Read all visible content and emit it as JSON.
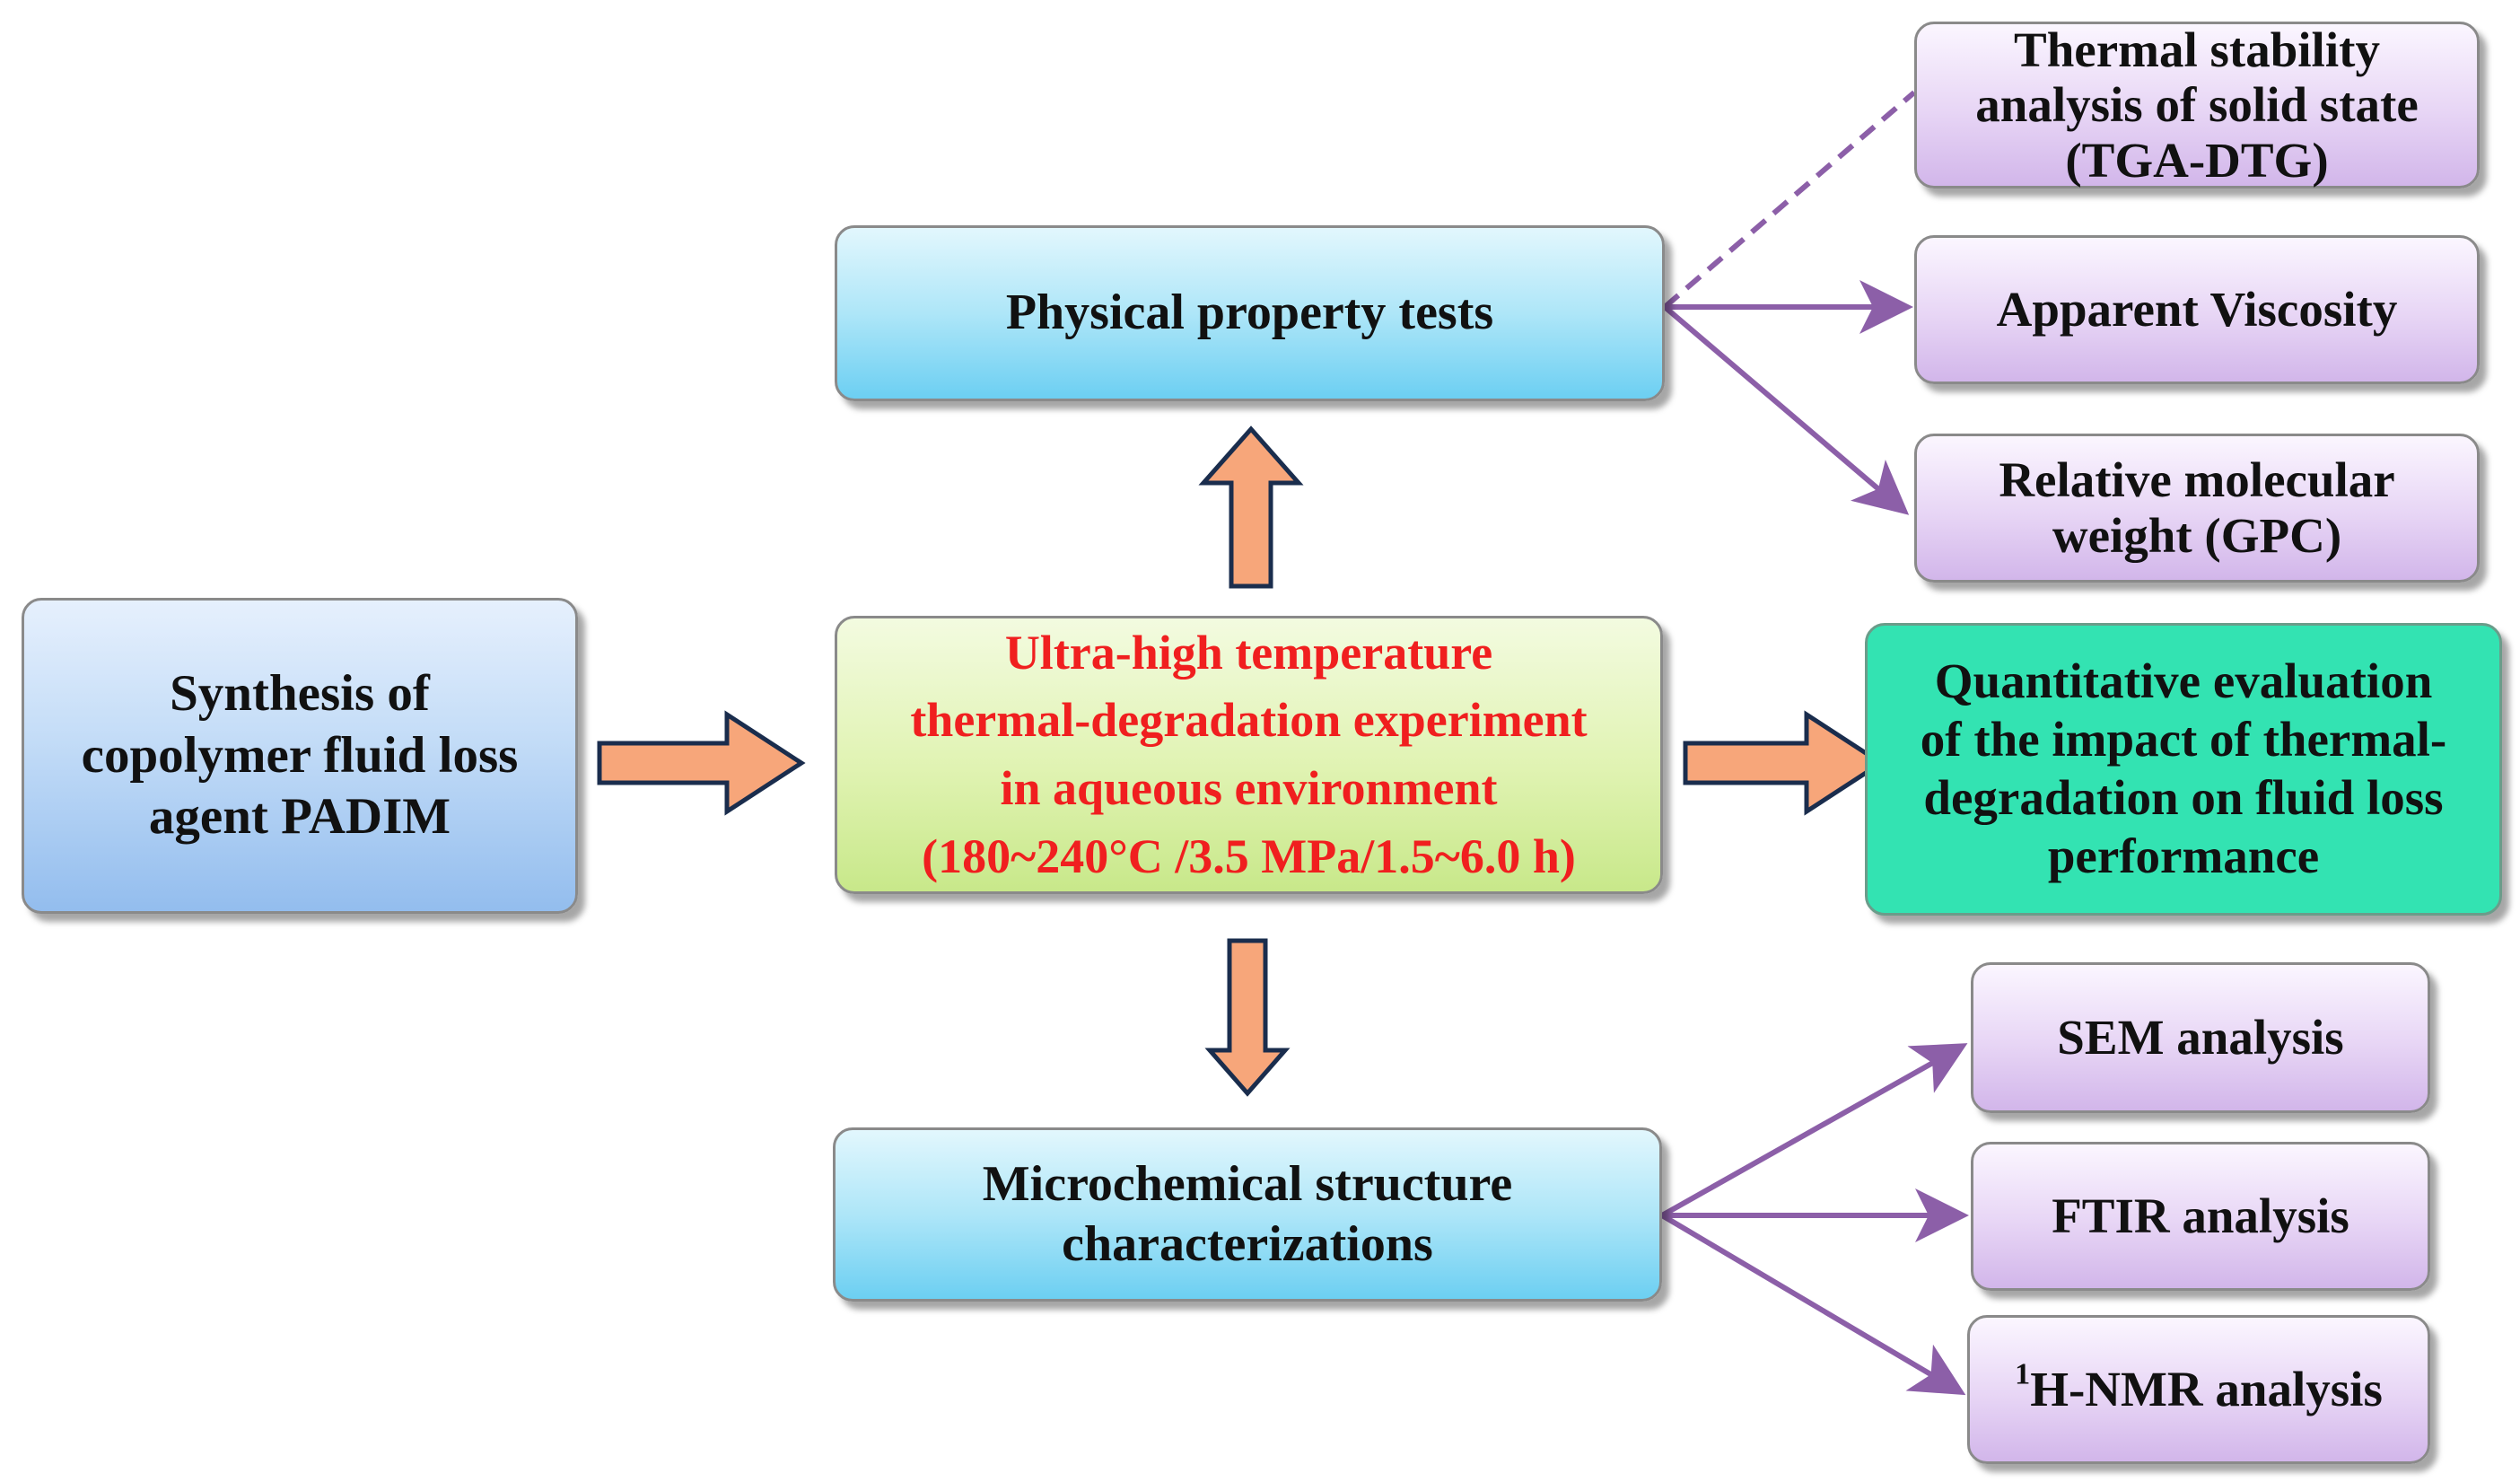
{
  "synthesis": {
    "lines": [
      "Synthesis of",
      "copolymer fluid loss",
      "agent PADIM"
    ]
  },
  "experiment": {
    "lines": [
      "Ultra-high temperature",
      "thermal-degradation experiment",
      "in aqueous environment",
      "(180~240°C /3.5 MPa/1.5~6.0 h)"
    ],
    "text_color": "#f01f1f"
  },
  "physical": {
    "title": "Physical property tests"
  },
  "microchemical": {
    "lines": [
      "Microchemical structure",
      "characterizations"
    ]
  },
  "quantitative": {
    "lines": [
      "Quantitative evaluation",
      "of the impact of thermal-",
      "degradation on fluid loss",
      "performance"
    ]
  },
  "physical_tests": [
    {
      "lines": [
        "Thermal stability",
        "analysis of solid state",
        "(TGA-DTG)"
      ]
    },
    {
      "lines": [
        "Apparent Viscosity"
      ]
    },
    {
      "lines": [
        "Relative molecular",
        "weight (GPC)"
      ]
    }
  ],
  "micro_tests": [
    {
      "label": "SEM analysis"
    },
    {
      "label": "FTIR analysis"
    },
    {
      "sup": "1",
      "label": "H-NMR analysis"
    }
  ],
  "colors": {
    "arrow_fill": "#f7a67a",
    "arrow_stroke": "#1a2d4d",
    "connector": "#8c5fa8"
  }
}
